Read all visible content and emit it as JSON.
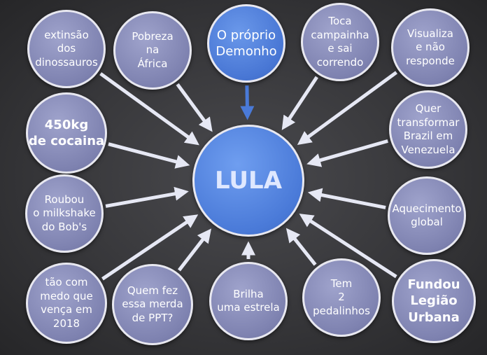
{
  "center": {
    "label": "LULA"
  },
  "nodes": [
    {
      "label": "extinsão\ndos\ndinossauros",
      "style": "normal"
    },
    {
      "label": "Pobreza\nna\nÁfrica",
      "style": "normal"
    },
    {
      "label": "O próprio\nDemonho",
      "style": "blue"
    },
    {
      "label": "Toca\ncampainha\ne sai correndo",
      "style": "normal"
    },
    {
      "label": "Visualiza\ne não\nresponde",
      "style": "normal"
    },
    {
      "label": "450kg\nde cocaina",
      "style": "big"
    },
    {
      "label": "Quer\ntransformar\nBrazil em\nVenezuela",
      "style": "normal"
    },
    {
      "label": "Roubou\no milkshake\ndo Bob's",
      "style": "normal"
    },
    {
      "label": "Aquecimento\nglobal",
      "style": "normal"
    },
    {
      "label": "tão com\nmedo que\nvença em 2018",
      "style": "normal"
    },
    {
      "label": "Quem fez\nessa merda\nde PPT?",
      "style": "normal"
    },
    {
      "label": "Brilha\numa estrela",
      "style": "normal"
    },
    {
      "label": "Tem\n2\npedalinhos",
      "style": "normal"
    },
    {
      "label": "Fundou\nLegião\nUrbana",
      "style": "big"
    }
  ],
  "colors": {
    "arrow": "#e6e8f4",
    "blue_arrow": "#4a7ad8"
  }
}
